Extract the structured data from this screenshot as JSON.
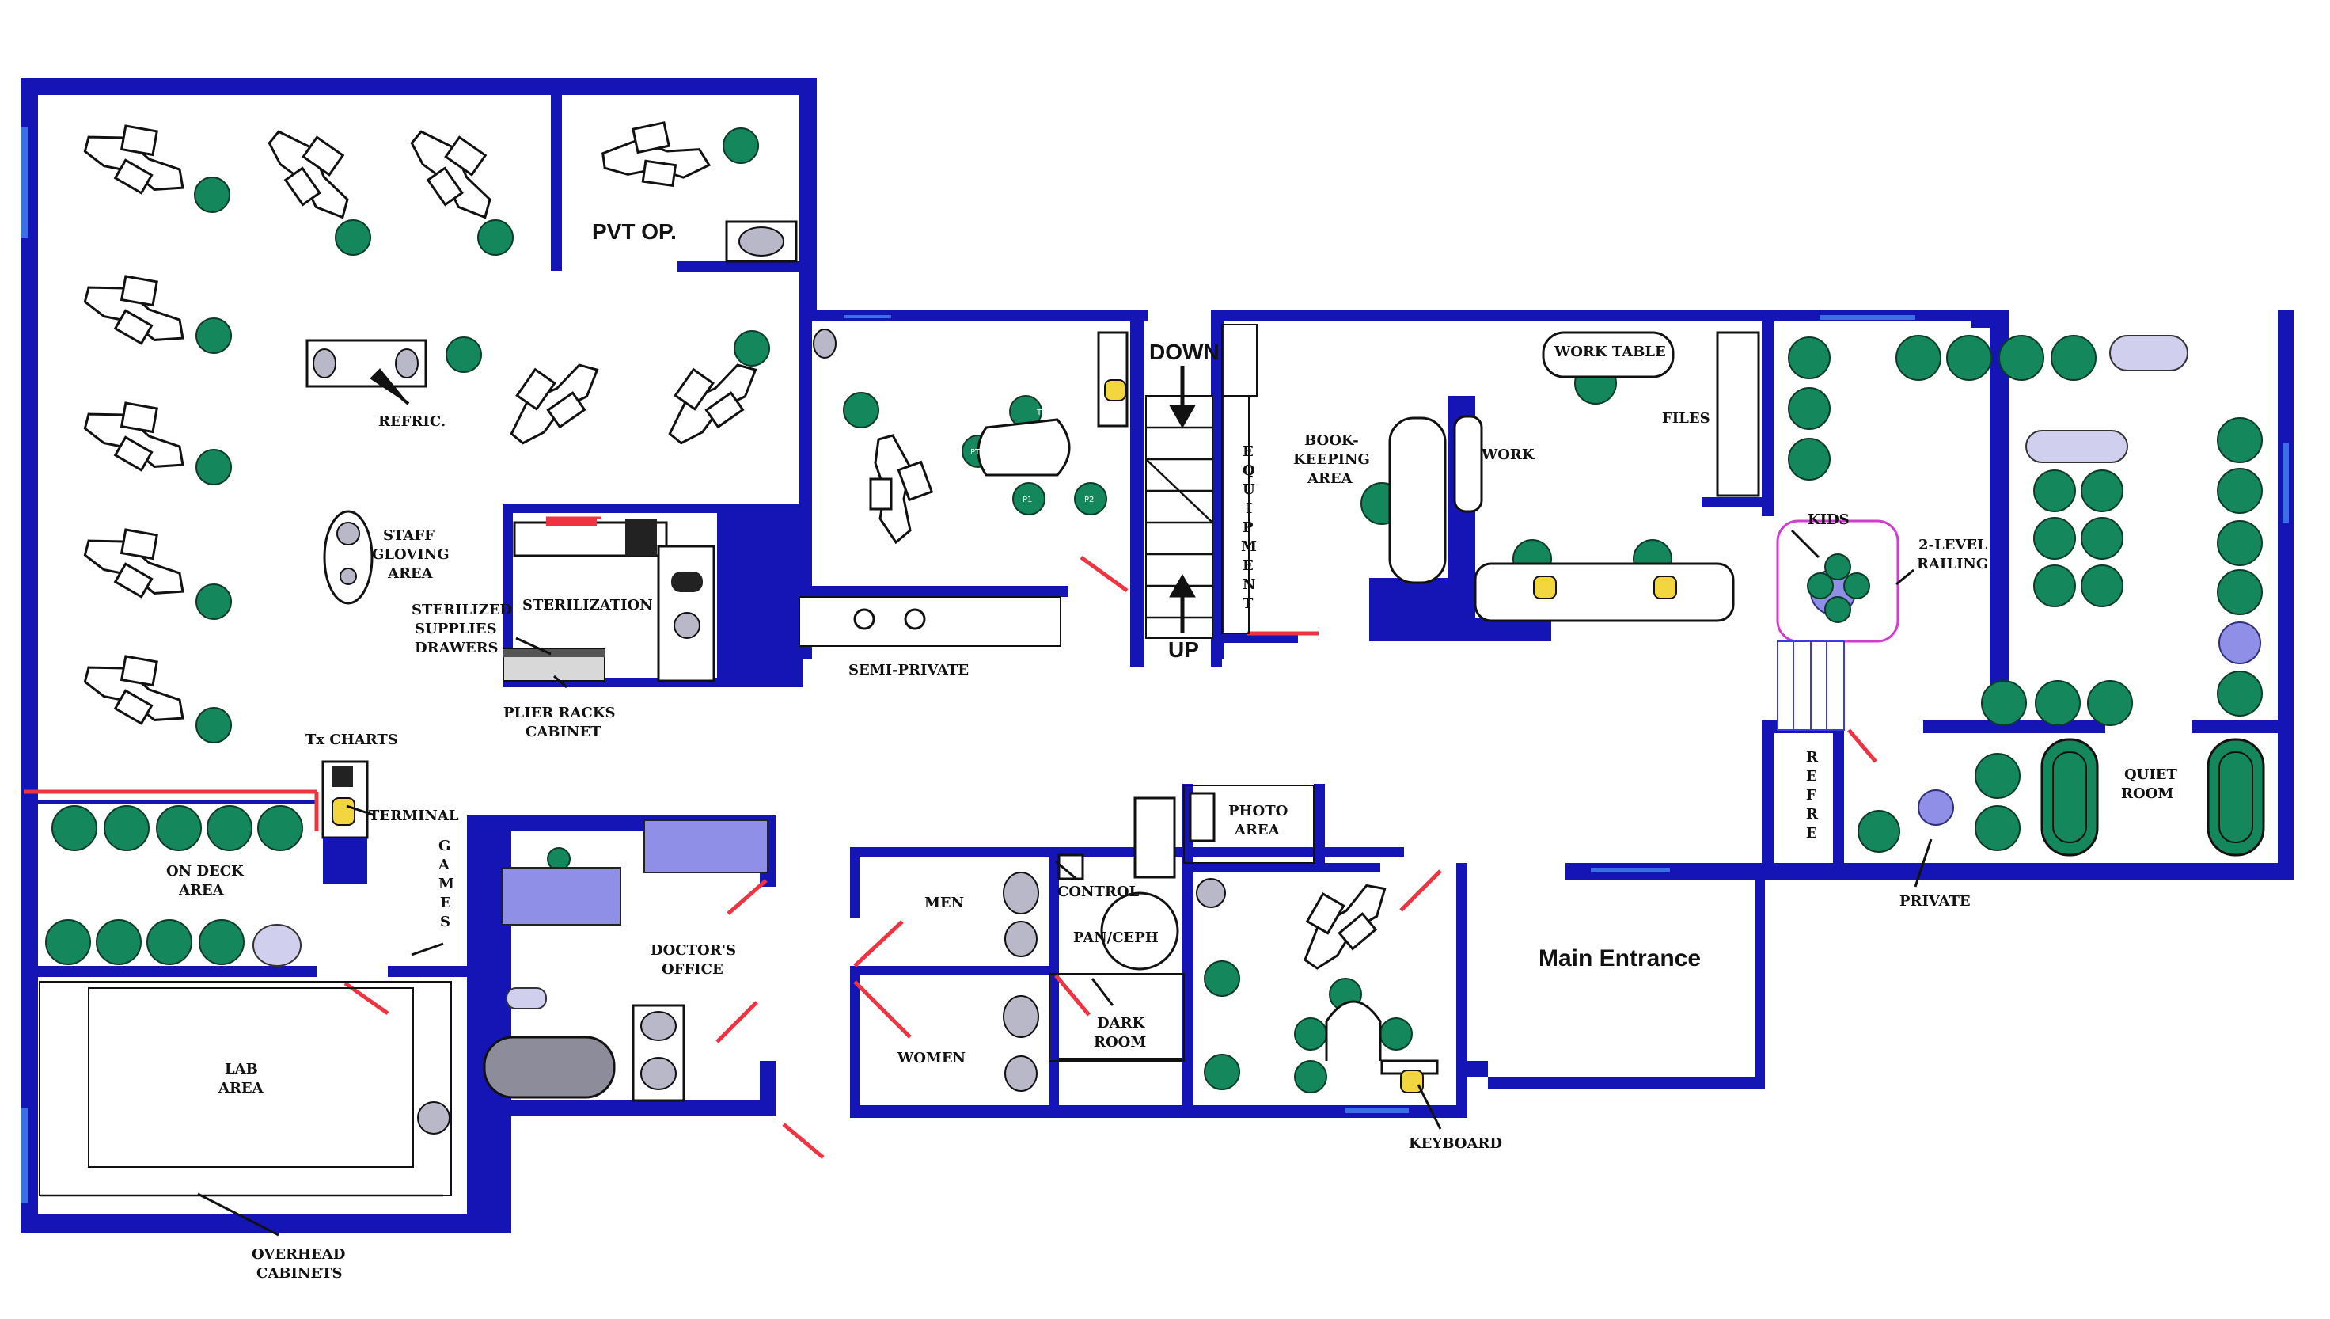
{
  "colors": {
    "wall": "#1515b5",
    "wall_highlight": "#3b6fe6",
    "door_swing": "#ef3340",
    "chair": "#15875d",
    "chair_alt": "#8f8fe8",
    "railing": "#d23ad2",
    "sink": "#b8b8c8",
    "stool_yellow": "#f2d640",
    "background": "#ffffff"
  },
  "labels": {
    "pvt_op": "PVT OP.",
    "refric": "REFRIC.",
    "staff_gloving": [
      "STAFF",
      "GLOVING",
      "AREA"
    ],
    "sterilization": "STERILIZATION",
    "sterilized_supplies": [
      "STERILIZED",
      "SUPPLIES",
      "DRAWERS"
    ],
    "plier_racks": [
      "PLIER RACKS",
      "CABINET"
    ],
    "tx_charts": "Tx CHARTS",
    "terminal": "TERMINAL",
    "on_deck": [
      "ON DECK",
      "AREA"
    ],
    "games": [
      "G",
      "A",
      "M",
      "E",
      "S"
    ],
    "lab_area": [
      "LAB",
      "AREA"
    ],
    "overhead_cabinets": [
      "OVERHEAD",
      "CABINETS"
    ],
    "doctors_office": [
      "DOCTOR'S",
      "OFFICE"
    ],
    "semi_private": "SEMI-PRIVATE",
    "down": "DOWN",
    "up": "UP",
    "equipment": [
      "E",
      "Q",
      "U",
      "I",
      "P",
      "M",
      "E",
      "N",
      "T"
    ],
    "men": "MEN",
    "women": "WOMEN",
    "control": "CONTROL",
    "pan_ceph": "PAN/CEPH",
    "dark_room": [
      "DARK",
      "ROOM"
    ],
    "photo_area": [
      "PHOTO",
      "AREA"
    ],
    "keyboard": "KEYBOARD",
    "main_entrance": "Main Entrance",
    "bookkeeping": [
      "BOOK-",
      "KEEPING",
      "AREA"
    ],
    "work": "WORK",
    "work_table": "WORK TABLE",
    "files": "FILES",
    "kids": "KIDS",
    "railing": [
      "2-LEVEL",
      "RAILING"
    ],
    "refre": [
      "R",
      "E",
      "F",
      "R",
      "E"
    ],
    "quiet_room": [
      "QUIET",
      "ROOM"
    ],
    "private": "PRIVATE",
    "seat_tc": "TC",
    "seat_pt": "PT",
    "seat_p1": "P1",
    "seat_p2": "P2"
  }
}
